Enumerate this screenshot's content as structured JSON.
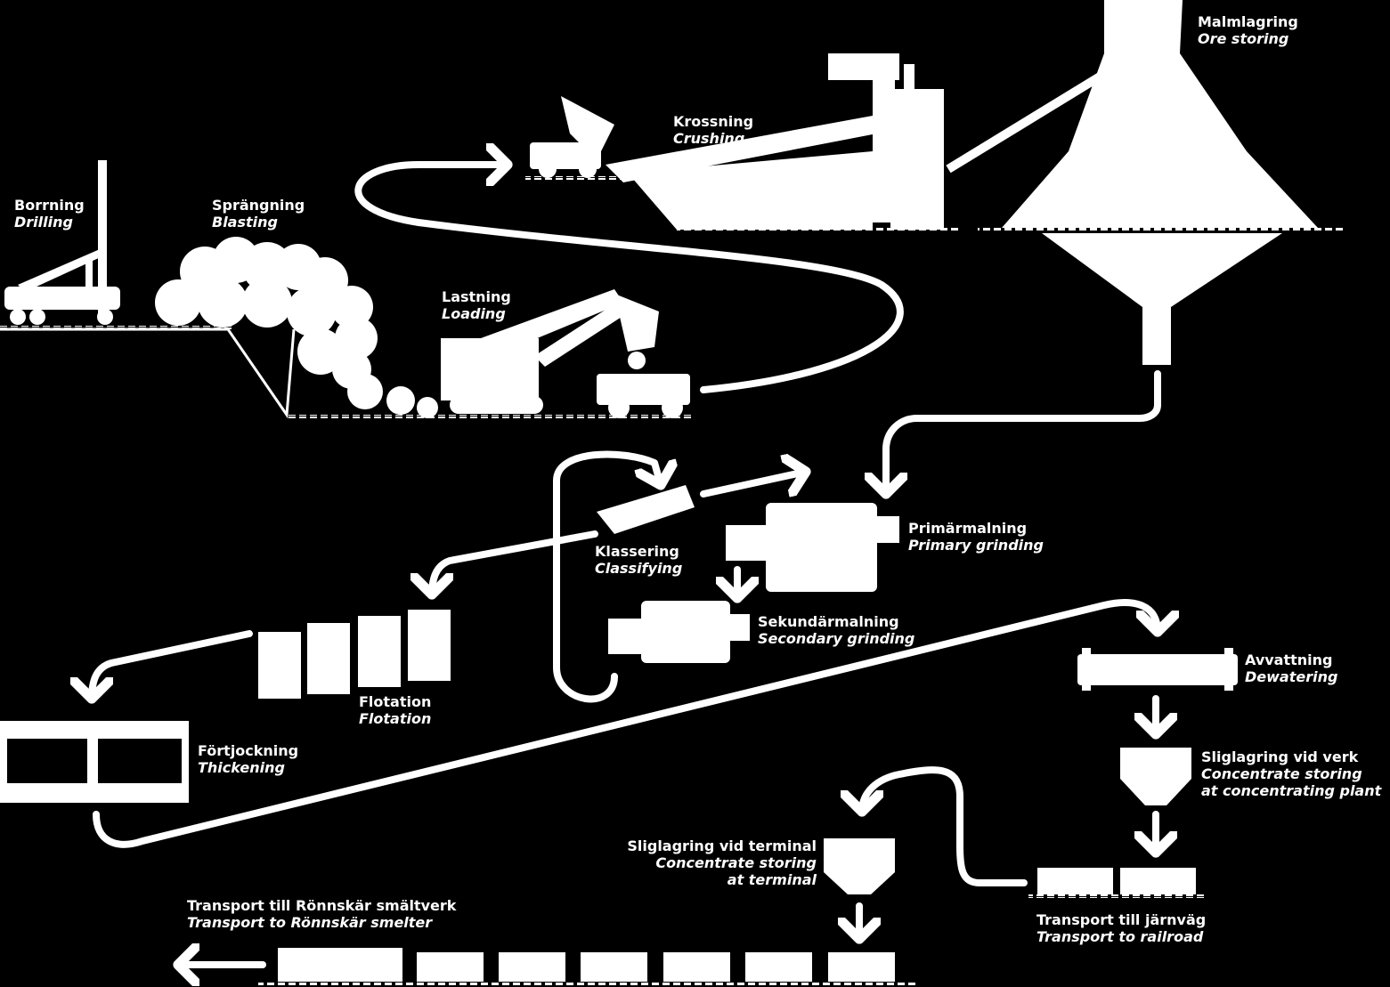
{
  "colors": {
    "background": "#000000",
    "foreground": "#ffffff"
  },
  "steps": {
    "drilling": {
      "sv": "Borrning",
      "en": "Drilling"
    },
    "blasting": {
      "sv": "Sprängning",
      "en": "Blasting"
    },
    "loading": {
      "sv": "Lastning",
      "en": "Loading"
    },
    "crushing": {
      "sv": "Krossning",
      "en": "Crushing"
    },
    "ore_storing": {
      "sv": "Malmlagring",
      "en": "Ore storing"
    },
    "primary": {
      "sv": "Primärmalning",
      "en": "Primary grinding"
    },
    "secondary": {
      "sv": "Sekundärmalning",
      "en": "Secondary grinding"
    },
    "classifying": {
      "sv": "Klassering",
      "en": "Classifying"
    },
    "flotation": {
      "sv": "Flotation",
      "en": "Flotation"
    },
    "thickening": {
      "sv": "Förtjockning",
      "en": "Thickening"
    },
    "dewatering": {
      "sv": "Avvattning",
      "en": "Dewatering"
    },
    "conc_plant": {
      "sv": "Sliglagring vid verk",
      "en": "Concentrate storing",
      "en2": "at concentrating plant"
    },
    "conc_terminal": {
      "sv": "Sliglagring vid terminal",
      "en": "Concentrate storing",
      "en2": "at terminal"
    },
    "to_railroad": {
      "sv": "Transport till järnväg",
      "en": "Transport to railroad"
    },
    "to_smelter": {
      "sv": "Transport till Rönnskär smältverk",
      "en": "Transport to Rönnskär smelter"
    }
  }
}
